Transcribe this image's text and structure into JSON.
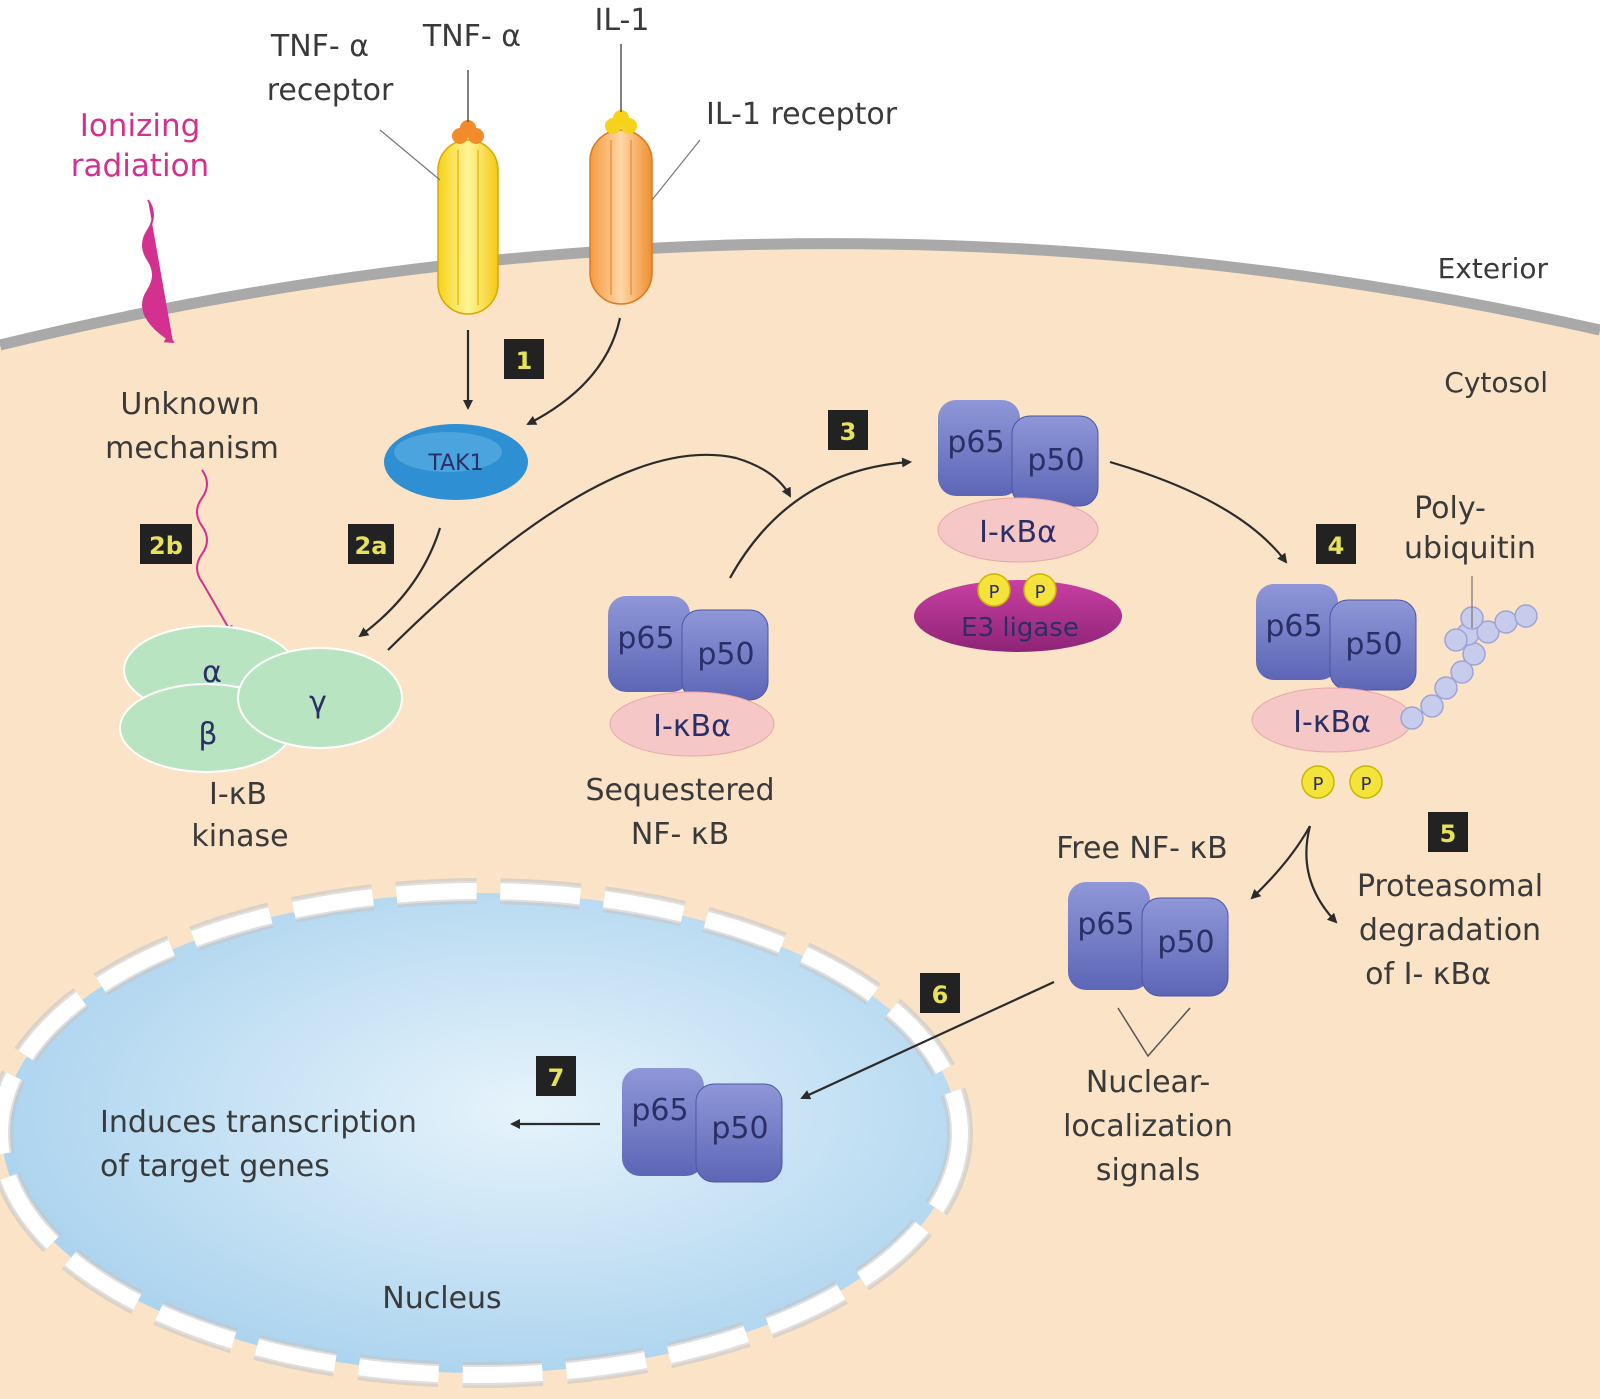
{
  "labels": {
    "ionizing_line1": "Ionizing",
    "ionizing_line2": "radiation",
    "tnf_receptor_line1": "TNF- α",
    "tnf_receptor_line2": "receptor",
    "tnf_alpha": "TNF- α",
    "il1": "IL-1",
    "il1_receptor": "IL-1 receptor",
    "exterior": "Exterior",
    "cytosol": "Cytosol",
    "unknown_line1": "Unknown",
    "unknown_line2": "mechanism",
    "tak1": "TAK1",
    "ikb_kinase_line1": "I-κB",
    "ikb_kinase_line2": "kinase",
    "sequestered_line1": "Sequestered",
    "sequestered_line2": "NF- κB",
    "polyubiquitin_line1": "Poly-",
    "polyubiquitin_line2": "ubiquitin",
    "free_nfkb": "Free NF-  κB",
    "proteasomal_line1": "Proteasomal",
    "proteasomal_line2": "degradation",
    "proteasomal_line3": "of I- κBα",
    "nls_line1": "Nuclear-",
    "nls_line2": "localization",
    "nls_line3": "signals",
    "induces_line1": "Induces transcription",
    "induces_line2": "of target genes",
    "nucleus": "Nucleus"
  },
  "proteins": {
    "p65": "p65",
    "p50": "p50",
    "ikba": "I-κBα",
    "e3_ligase": "E3 ligase",
    "phospho": "P",
    "alpha": "α",
    "beta": "β",
    "gamma": "γ"
  },
  "steps": [
    "1",
    "2a",
    "2b",
    "3",
    "4",
    "5",
    "6",
    "7"
  ],
  "colors": {
    "cytosol": "#fae3c7",
    "membrane": "#a9a9a9",
    "nucleus": "#b9dcf2",
    "nf_kb": "#6f78c4",
    "ikba": "#f6c7c7",
    "kinase": "#b9e4c1",
    "tak1": "#2e8fd2",
    "e3_ligase": "#a92f8c",
    "phospho": "#f4e33a",
    "ubiquitin": "#c7cbec",
    "step_box": "#222222",
    "radiation": "#d4308f"
  }
}
